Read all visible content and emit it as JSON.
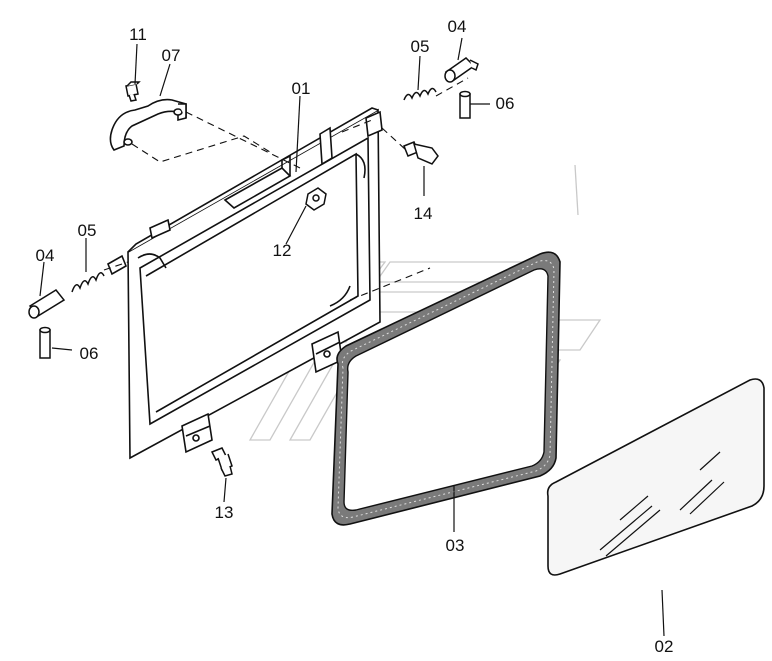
{
  "diagram": {
    "labels": {
      "p01": "01",
      "p02": "02",
      "p03": "03",
      "p04_top": "04",
      "p04_left": "04",
      "p05_top": "05",
      "p05_left": "05",
      "p06_top": "06",
      "p06_left": "06",
      "p07": "07",
      "p11": "11",
      "p12": "12",
      "p13": "13",
      "p14": "14"
    },
    "colors": {
      "ink": "#111111",
      "watermark": "#c9c9c9",
      "glass": "#f6f6f6",
      "seal_fill": "#7a7a7a"
    }
  }
}
